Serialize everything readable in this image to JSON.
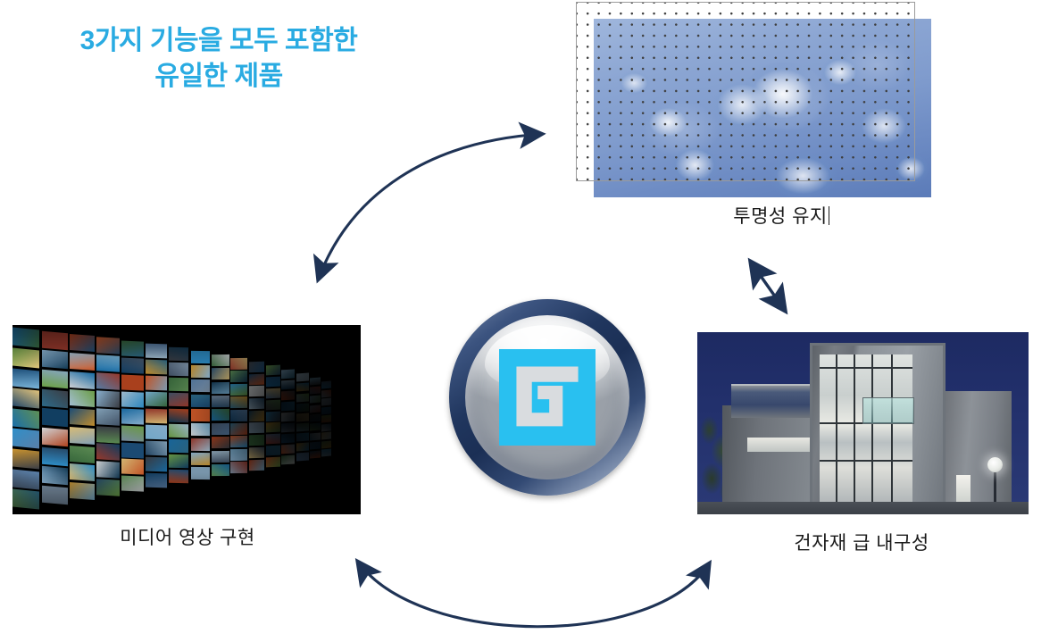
{
  "headline": {
    "text": "3가지 기능을 모두 포함한\n유일한 제품",
    "color": "#29abe2"
  },
  "center": {
    "logo_name": "G",
    "glyph_color": "#29c0f0",
    "ring_color": "#1b2f55",
    "sphere_color": "#d4d7da"
  },
  "nodes": [
    {
      "id": "transparency",
      "caption": "투명성 유지",
      "has_text_caret": true,
      "image_description": "water bubbles photo with dotted grid overlay",
      "image_colors": {
        "base": "#7f9bcd",
        "dots": "#3d3d3d",
        "panel_border": "#9b9b9b"
      }
    },
    {
      "id": "media",
      "caption": "미디어 영상 구현",
      "has_text_caret": false,
      "image_description": "curved video wall of many small screens on black",
      "image_colors": {
        "base": "#000000"
      }
    },
    {
      "id": "durability",
      "caption": "건자재 급 내구성",
      "has_text_caret": false,
      "image_description": "modern glass building at night, deep navy sky",
      "image_colors": {
        "sky": "#22306c",
        "structure": "#8a9096"
      }
    }
  ],
  "arrows": {
    "color": "#1f3355",
    "items": [
      {
        "name": "arrow-media-transparency",
        "style": "curved",
        "double_headed": true
      },
      {
        "name": "arrow-transparency-durability",
        "style": "straight",
        "double_headed": true
      },
      {
        "name": "arrow-media-durability",
        "style": "curved",
        "double_headed": true
      }
    ]
  }
}
